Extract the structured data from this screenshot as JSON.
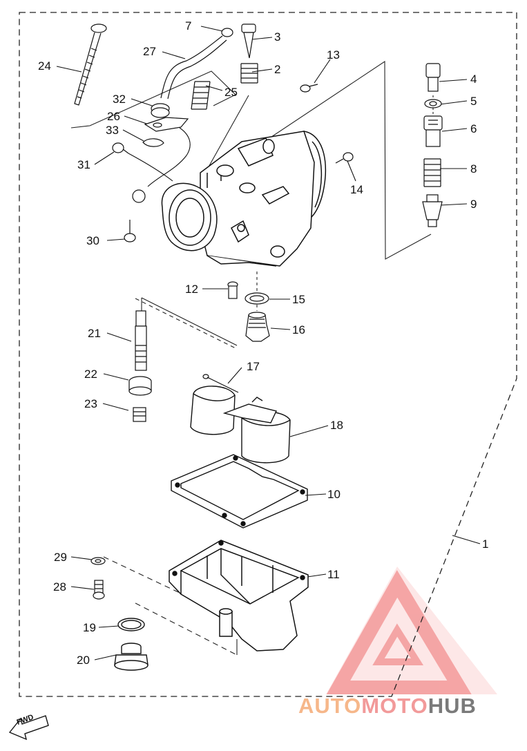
{
  "diagram": {
    "callouts": [
      {
        "id": "7",
        "text": "7"
      },
      {
        "id": "3",
        "text": "3"
      },
      {
        "id": "2",
        "text": "2"
      },
      {
        "id": "27",
        "text": "27"
      },
      {
        "id": "24",
        "text": "24"
      },
      {
        "id": "25",
        "text": "25"
      },
      {
        "id": "13",
        "text": "13"
      },
      {
        "id": "4",
        "text": "4"
      },
      {
        "id": "5",
        "text": "5"
      },
      {
        "id": "6",
        "text": "6"
      },
      {
        "id": "8",
        "text": "8"
      },
      {
        "id": "9",
        "text": "9"
      },
      {
        "id": "32",
        "text": "32"
      },
      {
        "id": "26",
        "text": "26"
      },
      {
        "id": "33",
        "text": "33"
      },
      {
        "id": "31",
        "text": "31"
      },
      {
        "id": "14",
        "text": "14"
      },
      {
        "id": "30",
        "text": "30"
      },
      {
        "id": "12",
        "text": "12"
      },
      {
        "id": "15",
        "text": "15"
      },
      {
        "id": "16",
        "text": "16"
      },
      {
        "id": "21",
        "text": "21"
      },
      {
        "id": "17",
        "text": "17"
      },
      {
        "id": "22",
        "text": "22"
      },
      {
        "id": "23",
        "text": "23"
      },
      {
        "id": "18",
        "text": "18"
      },
      {
        "id": "10",
        "text": "10"
      },
      {
        "id": "1",
        "text": "1"
      },
      {
        "id": "29",
        "text": "29"
      },
      {
        "id": "11",
        "text": "11"
      },
      {
        "id": "28",
        "text": "28"
      },
      {
        "id": "19",
        "text": "19"
      },
      {
        "id": "20",
        "text": "20"
      }
    ],
    "fwd_label": "FWD"
  },
  "watermark": {
    "part1": "AUTO",
    "part2": "MOTO",
    "part3": "HUB",
    "colors": {
      "auto": "#f6b78a",
      "moto": "#f29a9a",
      "hub": "#7a7a7a",
      "triangle": "#f08a8a"
    }
  }
}
